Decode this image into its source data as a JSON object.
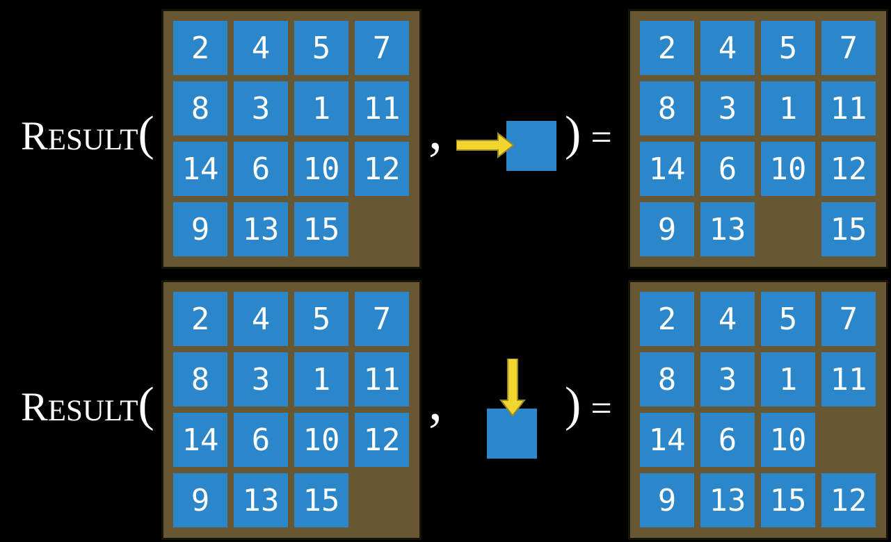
{
  "labels": {
    "function_initial": "R",
    "function_rest": "ESULT",
    "open_paren": "(",
    "comma": ",",
    "close_paren": ")",
    "equals": "="
  },
  "colors": {
    "tile_blue": "#2b87c9",
    "frame_brown": "#675732",
    "frame_border": "#181309",
    "arrow_yellow": "#f0d62f",
    "arrow_outline": "#9c8a1f",
    "text_white": "#ffffff",
    "background": "#000000"
  },
  "icons": {
    "example1_action": "right-arrow-icon",
    "example2_action": "down-arrow-icon"
  },
  "examples": [
    {
      "action": "right",
      "input": [
        [
          2,
          4,
          5,
          7
        ],
        [
          8,
          3,
          1,
          11
        ],
        [
          14,
          6,
          10,
          12
        ],
        [
          9,
          13,
          15,
          null
        ]
      ],
      "output": [
        [
          2,
          4,
          5,
          7
        ],
        [
          8,
          3,
          1,
          11
        ],
        [
          14,
          6,
          10,
          12
        ],
        [
          9,
          13,
          null,
          15
        ]
      ]
    },
    {
      "action": "down",
      "input": [
        [
          2,
          4,
          5,
          7
        ],
        [
          8,
          3,
          1,
          11
        ],
        [
          14,
          6,
          10,
          12
        ],
        [
          9,
          13,
          15,
          null
        ]
      ],
      "output": [
        [
          2,
          4,
          5,
          7
        ],
        [
          8,
          3,
          1,
          11
        ],
        [
          14,
          6,
          10,
          null
        ],
        [
          9,
          13,
          15,
          12
        ]
      ]
    }
  ]
}
